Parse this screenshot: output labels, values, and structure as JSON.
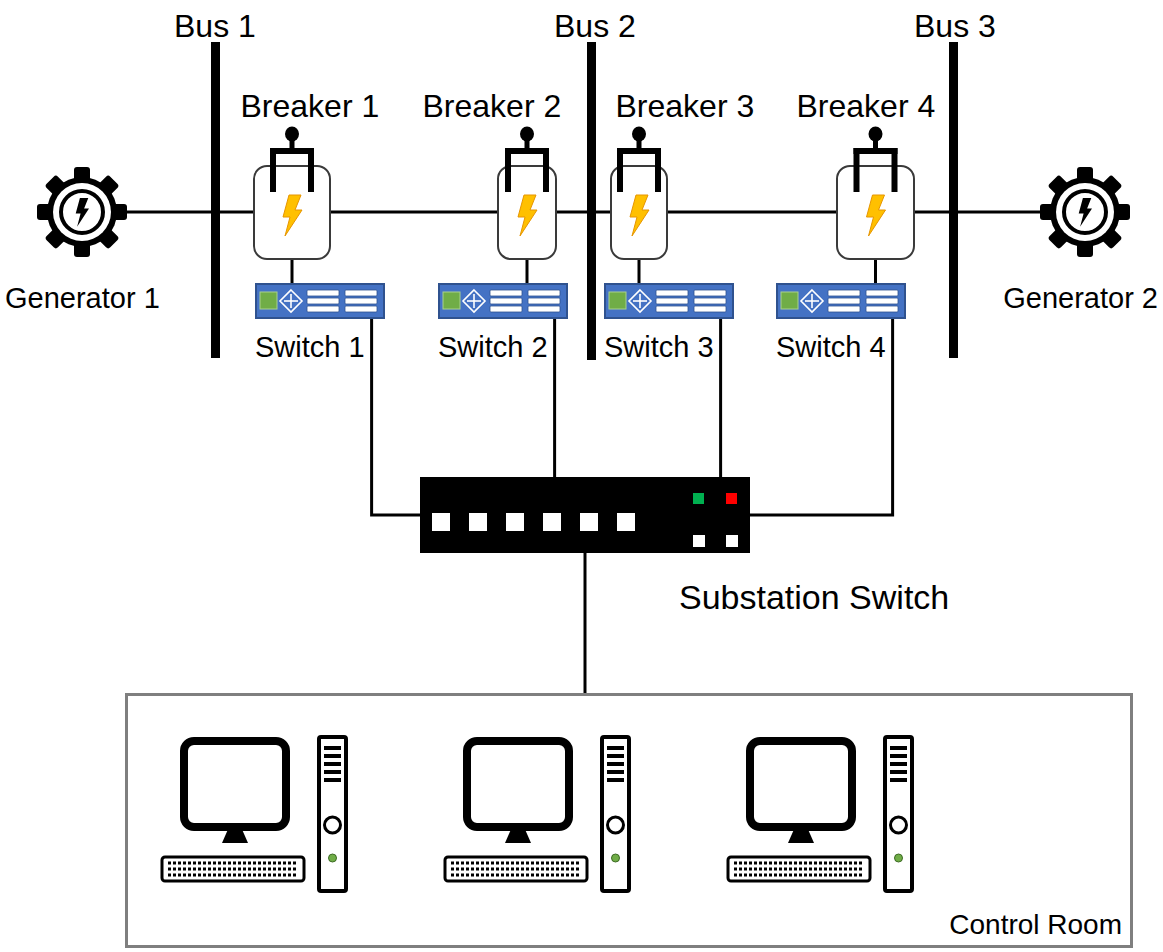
{
  "diagram": {
    "nodes": [
      {
        "text": [
          "Bus 1"
        ]
      },
      {
        "text": [
          "Bus 2"
        ]
      },
      {
        "text": [
          "Bus 3"
        ]
      },
      {
        "text": [
          "Breaker 1"
        ]
      },
      {
        "text": [
          "Breaker 2"
        ]
      },
      {
        "text": [
          "Breaker 3"
        ]
      },
      {
        "text": [
          "Breaker 4"
        ]
      },
      {
        "text": [
          "Generator 1"
        ]
      },
      {
        "text": [
          "Switch 1"
        ]
      },
      {
        "text": [
          "Switch 2"
        ]
      },
      {
        "text": [
          "Switch 3"
        ]
      },
      {
        "text": [
          "Switch 4"
        ]
      },
      {
        "text": [
          "Generator 2"
        ]
      },
      {
        "text": [
          "Substation Switch"
        ]
      },
      {
        "text": [
          "Control Room"
        ]
      }
    ],
    "edges": [
      {
        "from": 7,
        "to": 0,
        "arrow": "none"
      },
      {
        "from": 0,
        "to": 3,
        "arrow": "none"
      },
      {
        "from": 3,
        "to": 4,
        "arrow": "none"
      },
      {
        "from": 4,
        "to": 1,
        "arrow": "none"
      },
      {
        "from": 1,
        "to": 5,
        "arrow": "none"
      },
      {
        "from": 5,
        "to": 6,
        "arrow": "none"
      },
      {
        "from": 6,
        "to": 2,
        "arrow": "none"
      },
      {
        "from": 2,
        "to": 12,
        "arrow": "none"
      },
      {
        "from": 3,
        "to": 8,
        "arrow": "none"
      },
      {
        "from": 4,
        "to": 9,
        "arrow": "none"
      },
      {
        "from": 5,
        "to": 10,
        "arrow": "none"
      },
      {
        "from": 6,
        "to": 11,
        "arrow": "none"
      },
      {
        "from": 8,
        "to": 13,
        "arrow": "none"
      },
      {
        "from": 9,
        "to": 13,
        "arrow": "none"
      },
      {
        "from": 10,
        "to": 13,
        "arrow": "none"
      },
      {
        "from": 11,
        "to": 13,
        "arrow": "none"
      },
      {
        "from": 13,
        "to": 14,
        "arrow": "none"
      }
    ]
  }
}
